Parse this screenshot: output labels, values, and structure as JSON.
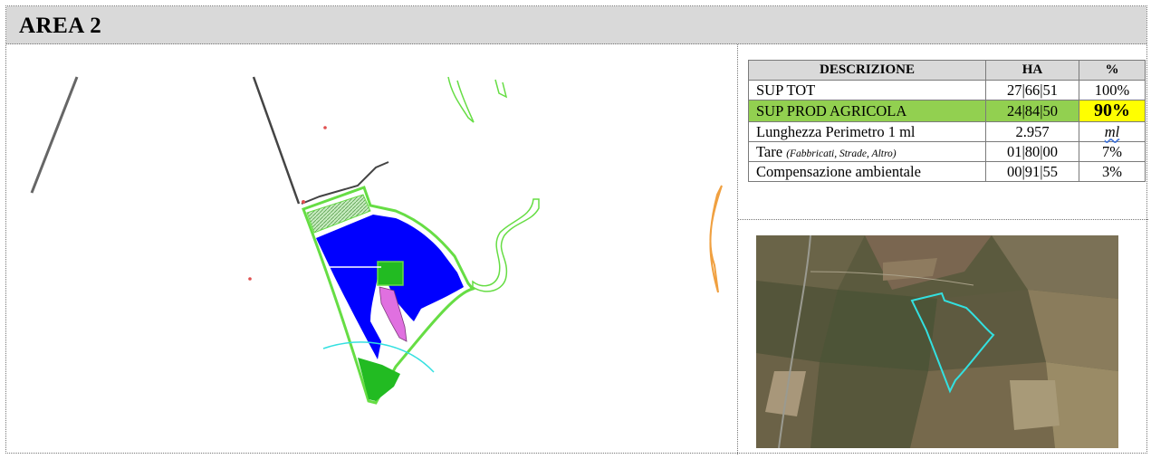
{
  "header": {
    "title": "AREA 2"
  },
  "table": {
    "columns": [
      "DESCRIZIONE",
      "HA",
      "%"
    ],
    "rows": [
      {
        "description": "SUP TOT",
        "note": "",
        "ha": "27|66|51",
        "percent": "100%"
      },
      {
        "description": "SUP PROD AGRICOLA",
        "note": "",
        "ha": "24|84|50",
        "percent": "90%"
      },
      {
        "description": "Lunghezza Perimetro 1 ml",
        "note": "",
        "ha": "2.957",
        "percent": "ml"
      },
      {
        "description": "Tare",
        "note": "(Fabbricati, Strade, Altro)",
        "ha": "01|80|00",
        "percent": "7%"
      },
      {
        "description": "Compensazione ambientale",
        "note": "",
        "ha": "00|91|55",
        "percent": "3%"
      }
    ]
  },
  "colors": {
    "header_bg": "#d9d9d9",
    "highlight_green": "#92d050",
    "highlight_yellow": "#ffff00",
    "plan_blue": "#0000ff",
    "plan_green": "#33cc33",
    "plan_magenta": "#e070e0",
    "plan_boundary": "#66dd44",
    "photo_boundary": "#33e0e0"
  }
}
